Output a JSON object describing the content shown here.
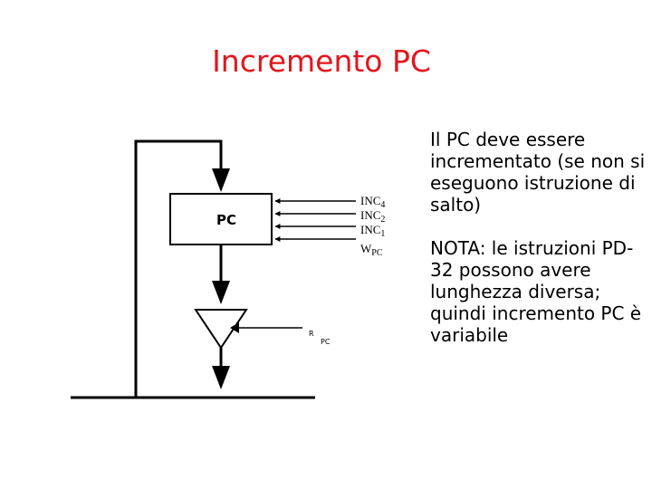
{
  "title": "Incremento PC",
  "register": {
    "label": "PC"
  },
  "inputs": {
    "inc4": {
      "base": "INC",
      "sub": "4"
    },
    "inc2": {
      "base": "INC",
      "sub": "2"
    },
    "inc1": {
      "base": "INC",
      "sub": "1"
    },
    "wpc": {
      "base": "W",
      "sub": "PC"
    }
  },
  "rpc": {
    "base": "R",
    "sub": "PC"
  },
  "notes": {
    "p1": "Il PC deve essere incrementato (se non si eseguono istruzione di salto)",
    "p2": "NOTA: le istruzioni PD-32 possono avere lunghezza diversa; quindi incremento PC è variabile"
  }
}
